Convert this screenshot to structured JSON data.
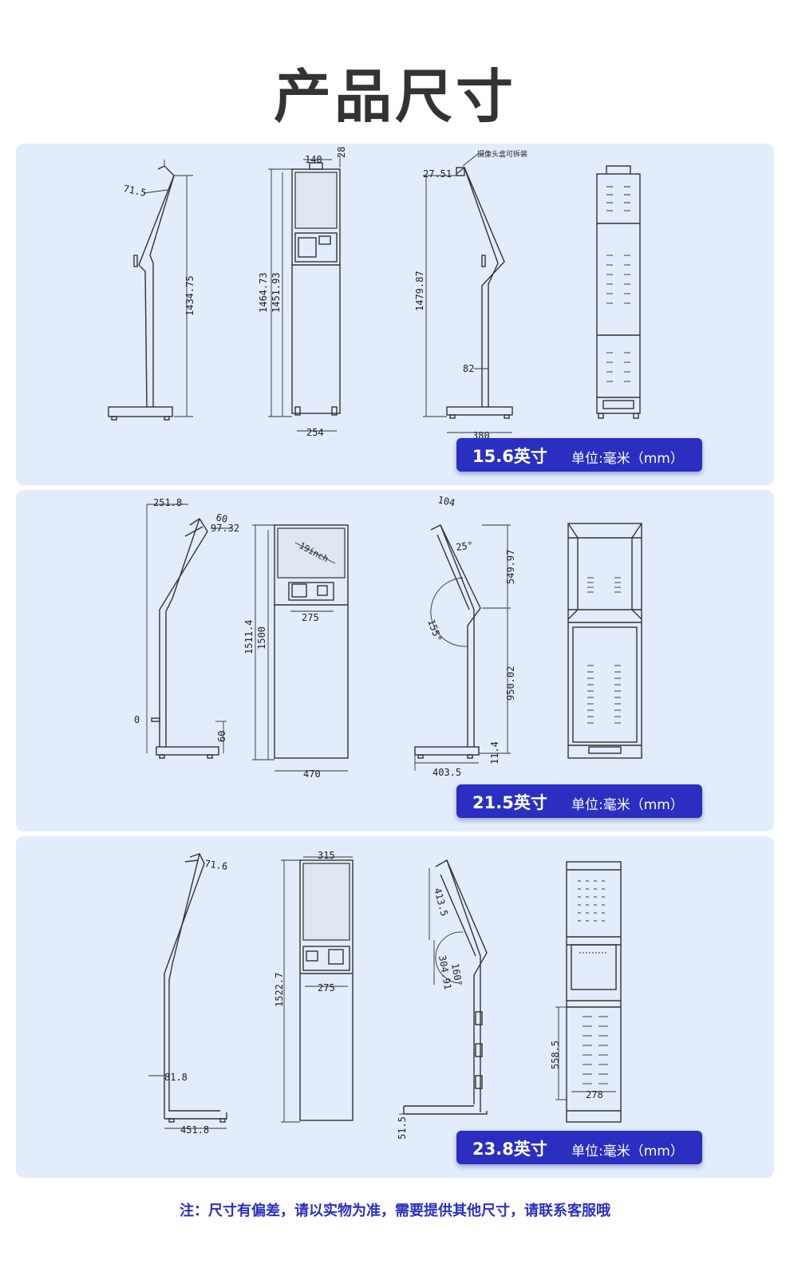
{
  "page_title": "产品尺寸",
  "footnote": "注：尺寸有偏差，请以实物为准，需要提供其他尺寸，请联系客服哦",
  "unit_label": "单位:毫米（mm）",
  "panels": [
    {
      "size_label": "15.6英寸",
      "dims": {
        "d1": "71.5",
        "d2": "1434.75",
        "d3": "140",
        "d4": "28",
        "d5": "1464.73",
        "d6": "1451.93",
        "d7": "254",
        "d8": "27.51",
        "d9": "摄像头盒可拆装",
        "d10": "1479.87",
        "d11": "82",
        "d12": "380"
      }
    },
    {
      "size_label": "21.5英寸",
      "dims": {
        "d1": "251.8",
        "d2": "60",
        "d3": "97.32",
        "d4": "0",
        "d5": "60",
        "d6": "19inch",
        "d7": "1511.4",
        "d8": "1500",
        "d9": "275",
        "d10": "470",
        "d11": "104",
        "d12": "25°",
        "d13": "155°",
        "d14": "549.97",
        "d15": "950.02",
        "d16": "11.4",
        "d17": "403.5"
      }
    },
    {
      "size_label": "23.8英寸",
      "dims": {
        "d1": "71.6",
        "d2": "81.8",
        "d3": "451.8",
        "d4": "315",
        "d5": "1522.7",
        "d6": "275",
        "d7": "413.5",
        "d8": "304.91",
        "d9": "160°",
        "d10": "51.5",
        "d11": "558.5",
        "d12": "278"
      }
    }
  ]
}
